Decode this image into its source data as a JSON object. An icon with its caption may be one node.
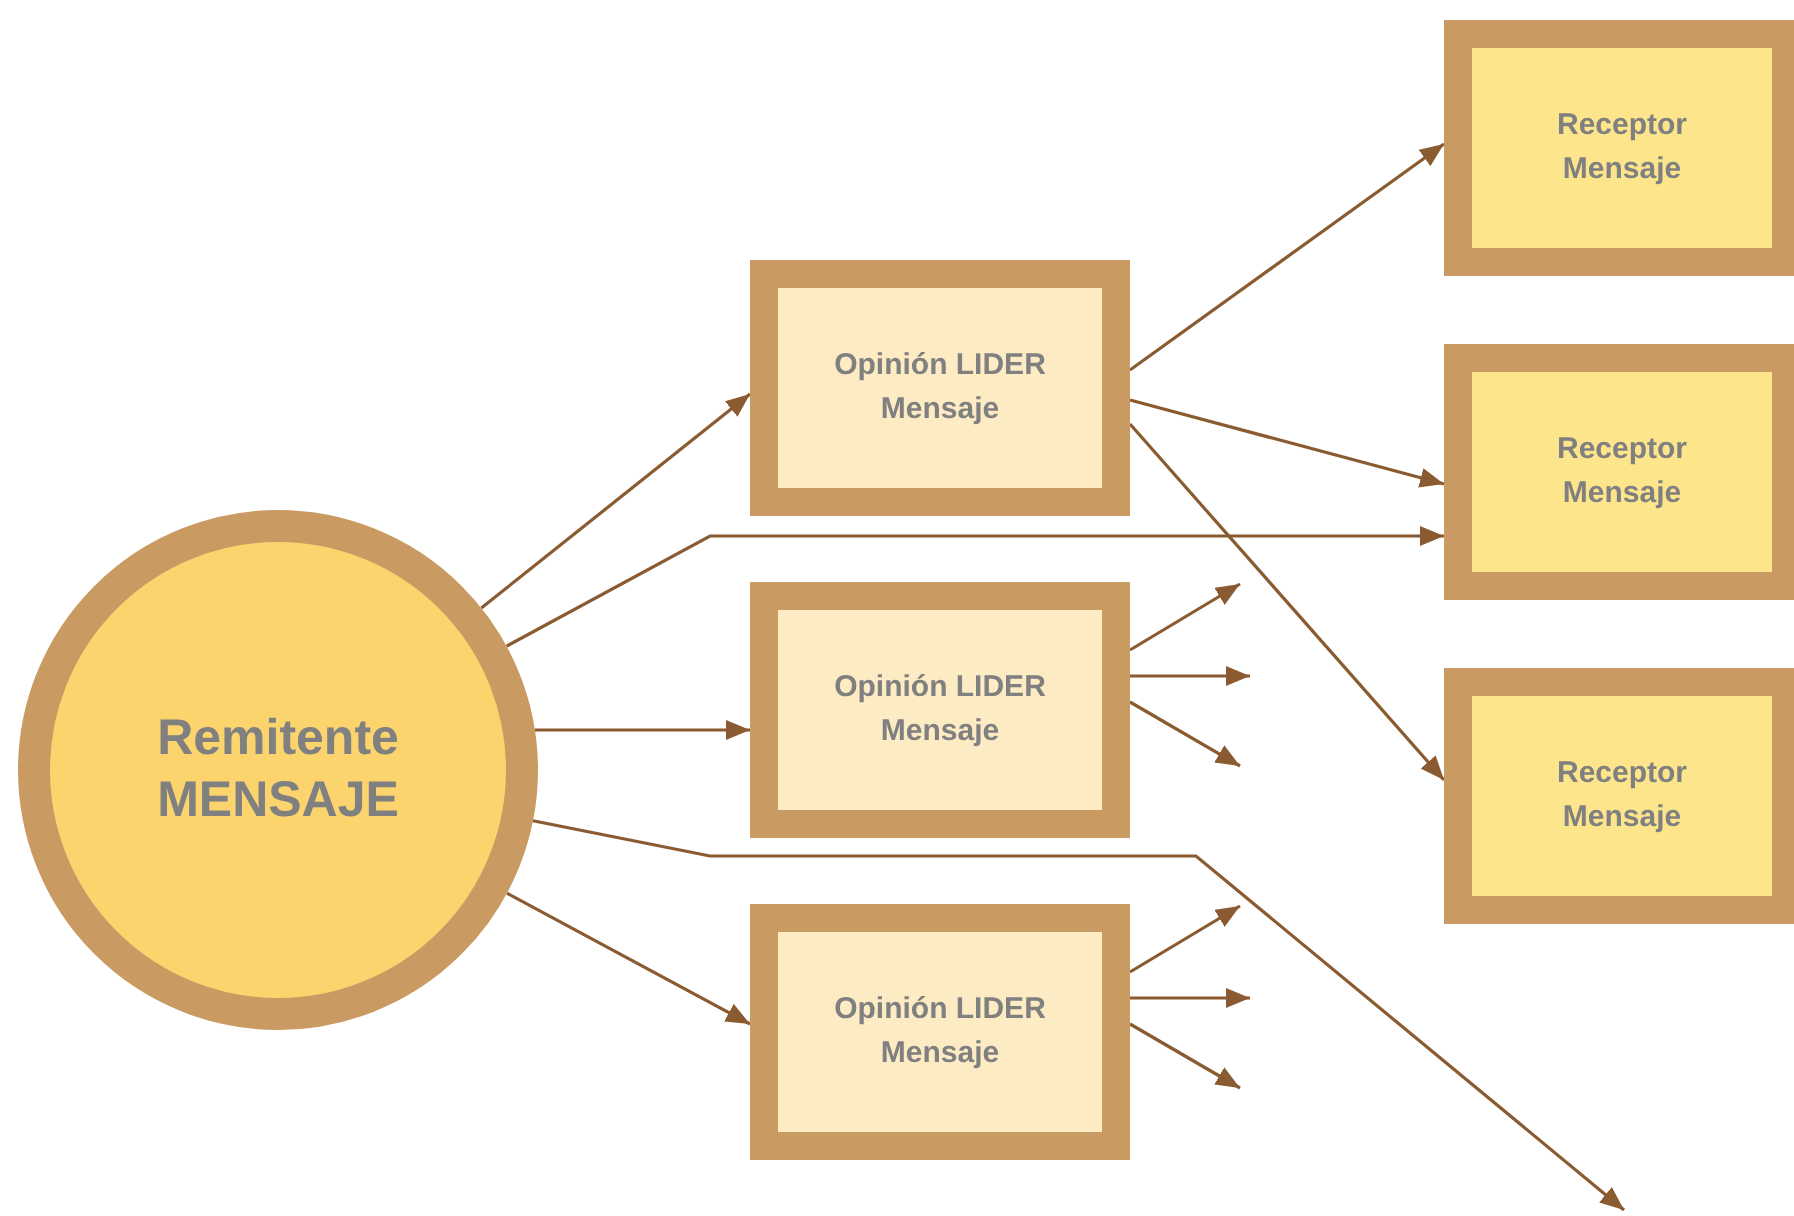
{
  "diagram": {
    "nodes": [
      {
        "text": [
          "Remitente MENSAJE"
        ]
      },
      {
        "text": [
          "Opinión LIDER Mensaje"
        ]
      },
      {
        "text": [
          "Opinión LIDER Mensaje"
        ]
      },
      {
        "text": [
          "Opinión LIDER Mensaje"
        ]
      },
      {
        "text": [
          "Receptor Mensaje"
        ]
      },
      {
        "text": [
          "Receptor Mensaje"
        ]
      },
      {
        "text": [
          "Receptor Mensaje"
        ]
      }
    ],
    "edges": [
      {
        "from": 0,
        "to": 1,
        "arrow": "to"
      },
      {
        "from": 0,
        "to": 5,
        "arrow": "to"
      },
      {
        "from": 0,
        "to": 2,
        "arrow": "to"
      },
      {
        "from": 0,
        "to": null,
        "arrow": "to"
      },
      {
        "from": 0,
        "to": 3,
        "arrow": "to"
      },
      {
        "from": 1,
        "to": 4,
        "arrow": "to"
      },
      {
        "from": 1,
        "to": 5,
        "arrow": "to"
      },
      {
        "from": 1,
        "to": 6,
        "arrow": "to"
      },
      {
        "from": 2,
        "to": null,
        "arrow": "to"
      },
      {
        "from": 2,
        "to": null,
        "arrow": "to"
      },
      {
        "from": 2,
        "to": null,
        "arrow": "to"
      },
      {
        "from": 3,
        "to": null,
        "arrow": "to"
      },
      {
        "from": 3,
        "to": null,
        "arrow": "to"
      },
      {
        "from": 3,
        "to": null,
        "arrow": "to"
      }
    ]
  }
}
